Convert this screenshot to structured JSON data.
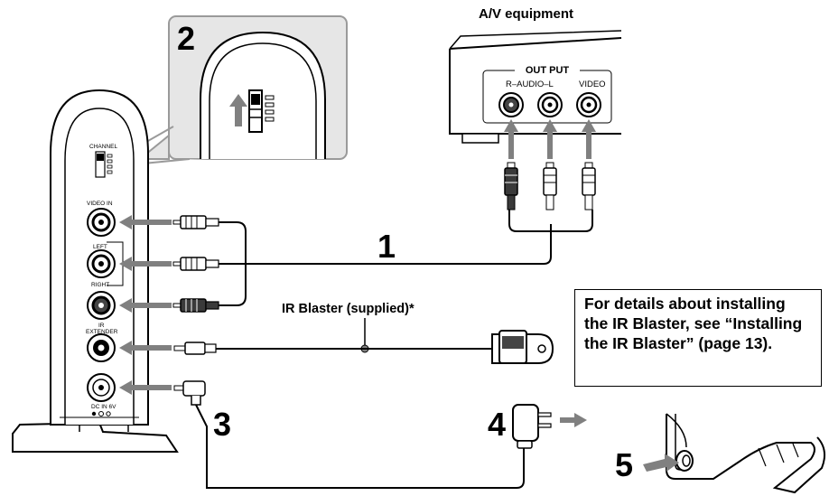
{
  "av_equipment": {
    "title": "A/V equipment",
    "output_label": "OUT PUT",
    "audio_label": "R–AUDIO–L",
    "video_label": "VIDEO"
  },
  "device": {
    "channel_label": "CHANNEL",
    "video_in_label": "VIDEO IN",
    "left_label": "LEFT",
    "right_label": "RIGHT",
    "ir_label_1": "IR",
    "ir_label_2": "EXTENDER",
    "dc_label": "DC IN 6V"
  },
  "steps": {
    "s1": "1",
    "s2": "2",
    "s3": "3",
    "s4": "4",
    "s5": "5"
  },
  "ir_blaster_label": "IR Blaster (supplied)*",
  "note_text": "For details about installing the IR Blaster, see “Installing the IR Blaster” (page 13).",
  "colors": {
    "arrow": "#808080",
    "dark_plug": "#3a3a3a",
    "line": "#000000"
  }
}
